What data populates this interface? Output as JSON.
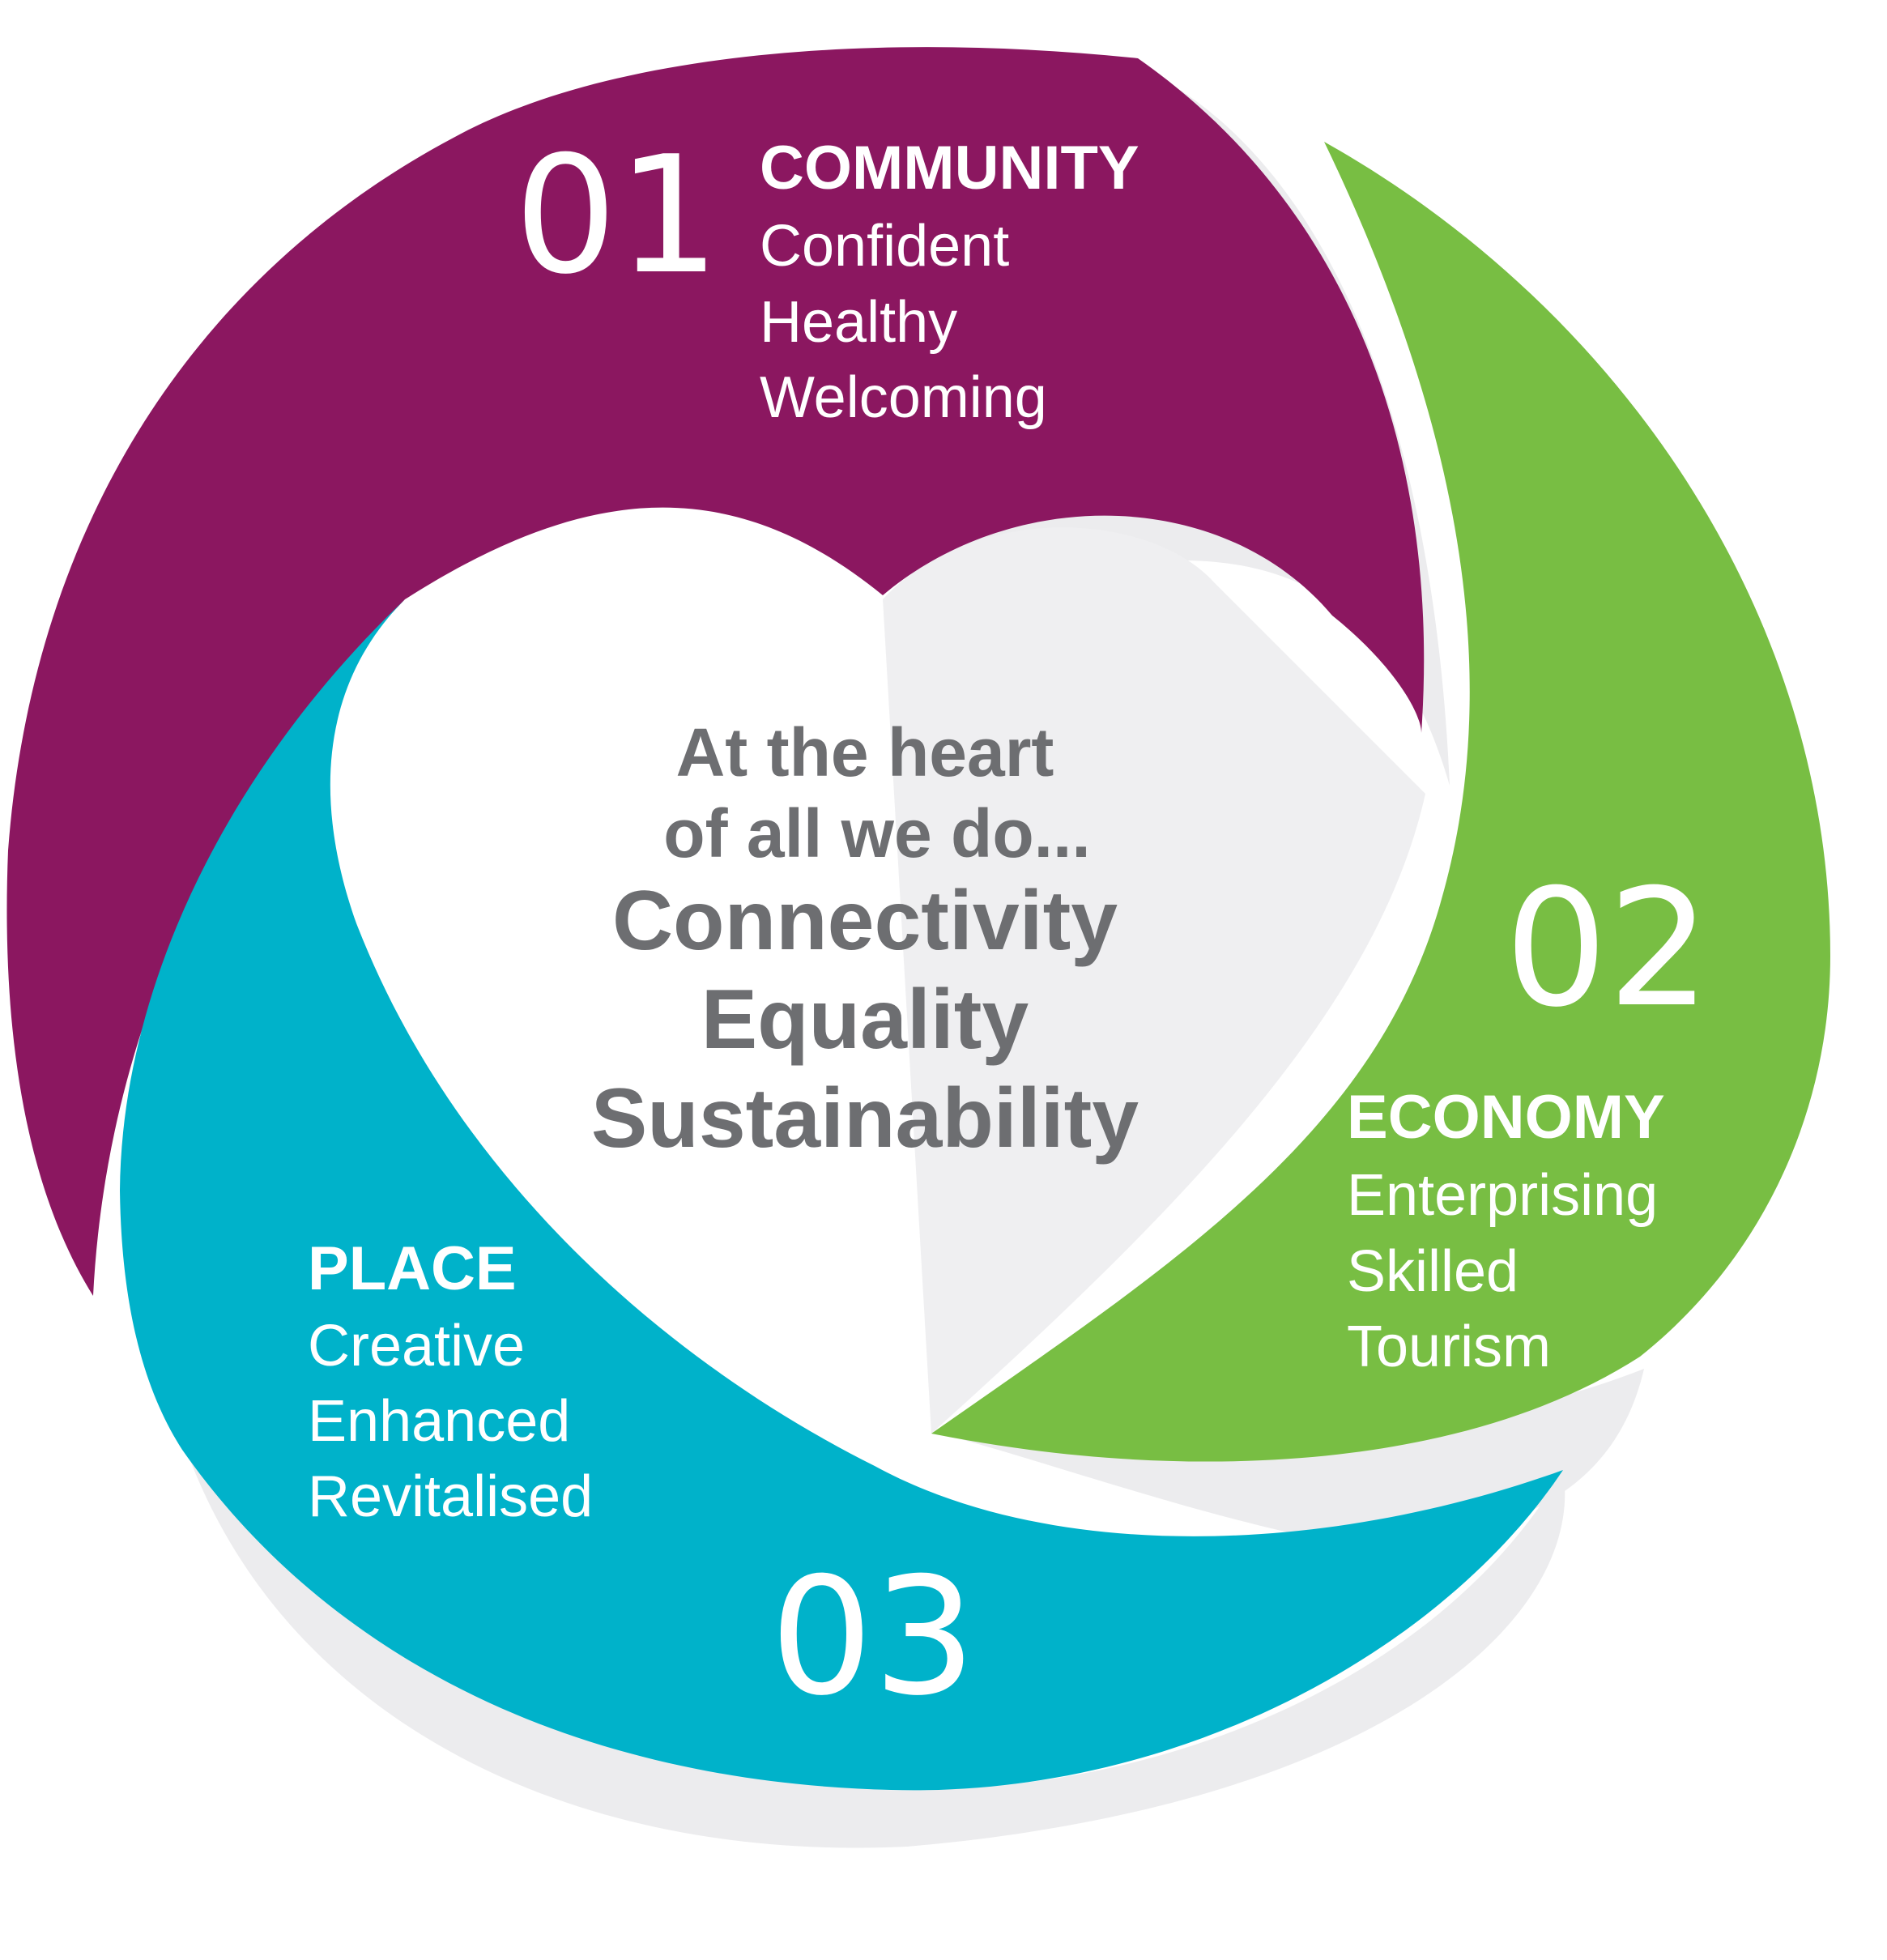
{
  "colors": {
    "community": "#8b1760",
    "economy": "#78be43",
    "place": "#00b2ca",
    "center_text": "#6d6e71",
    "shadow": "#e6e6e8"
  },
  "segments": [
    {
      "number": "01",
      "title": "COMMUNITY",
      "items": [
        "Confident",
        "Healthy",
        "Welcoming"
      ]
    },
    {
      "number": "02",
      "title": "ECONOMY",
      "items": [
        "Enterprising",
        "Skilled",
        "Tourism"
      ]
    },
    {
      "number": "03",
      "title": "PLACE",
      "items": [
        "Creative",
        "Enhanced",
        "Revitalised"
      ]
    }
  ],
  "center": {
    "intro_lines": [
      "At the heart",
      "of all we do..."
    ],
    "values": [
      "Connectivity",
      "Equality",
      "Sustainability"
    ]
  }
}
